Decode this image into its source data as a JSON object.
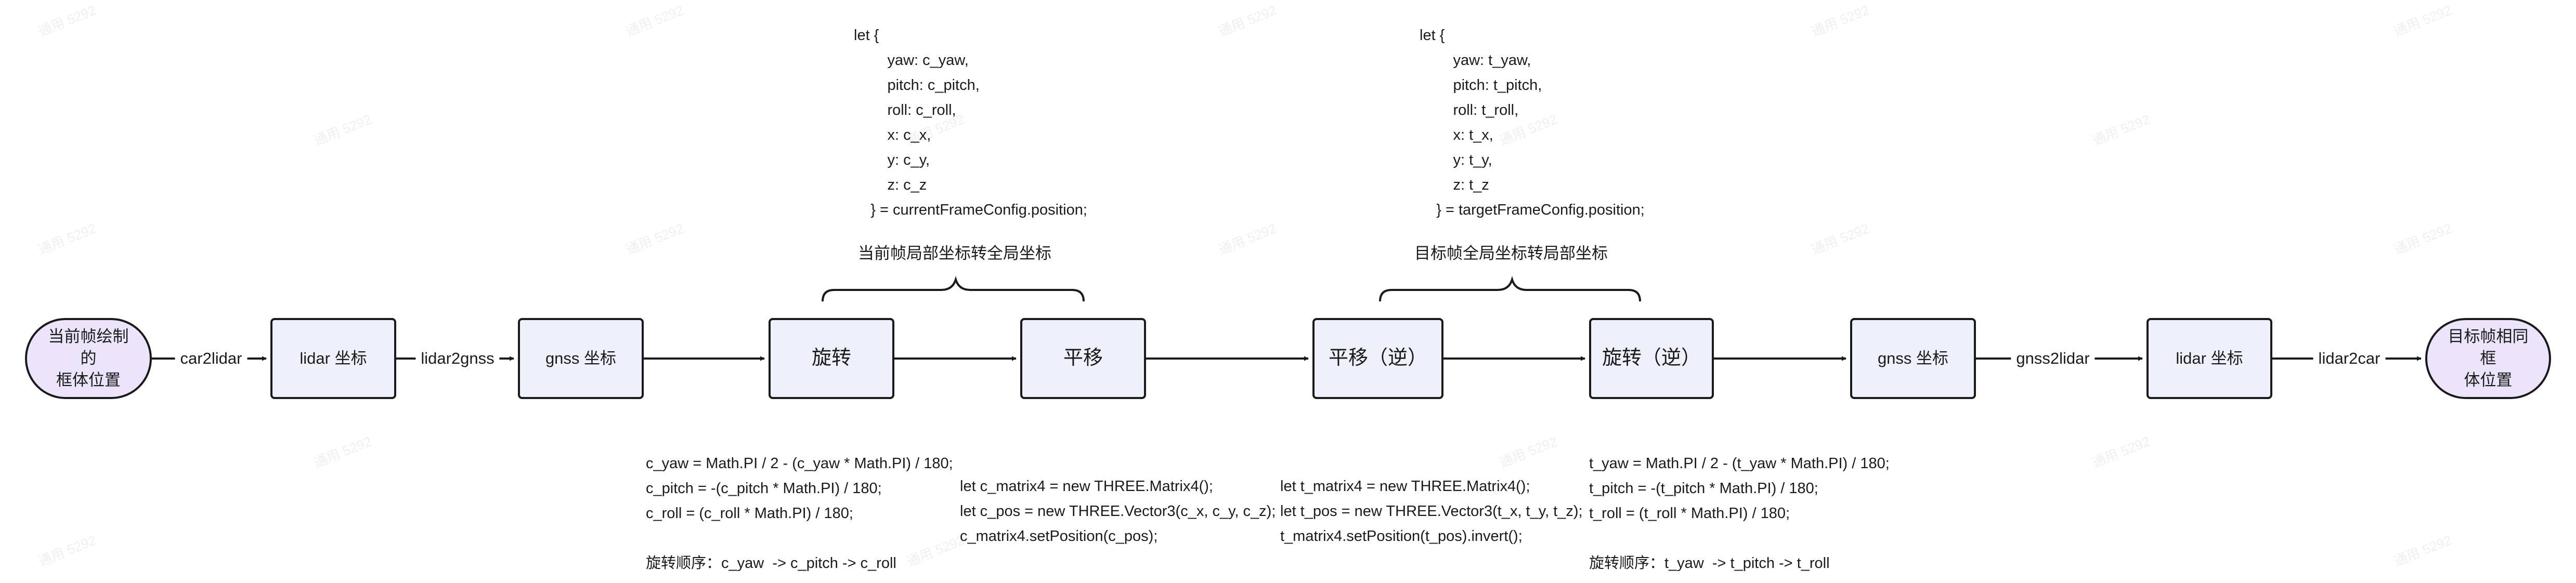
{
  "nodes": {
    "start": "当前帧绘制的\n框体位置",
    "lidar1": "lidar 坐标",
    "gnss1": "gnss 坐标",
    "rotate": "旋转",
    "translate": "平移",
    "translate_inv": "平移（逆）",
    "rotate_inv": "旋转（逆）",
    "gnss2": "gnss 坐标",
    "lidar2": "lidar 坐标",
    "end": "目标帧相同框\n体位置"
  },
  "edges": {
    "car2lidar": "car2lidar",
    "lidar2gnss": "lidar2gnss",
    "gnss2lidar": "gnss2lidar",
    "lidar2car": "lidar2car"
  },
  "groups": {
    "current": "当前帧局部坐标转全局坐标",
    "target": "目标帧全局坐标转局部坐标"
  },
  "code": {
    "current_position": "let {\n        yaw: c_yaw,\n        pitch: c_pitch,\n        roll: c_roll,\n        x: c_x,\n        y: c_y,\n        z: c_z\n    } = currentFrameConfig.position;",
    "target_position": "let {\n        yaw: t_yaw,\n        pitch: t_pitch,\n        roll: t_roll,\n        x: t_x,\n        y: t_y,\n        z: t_z\n    } = targetFrameConfig.position;",
    "current_rotation": "c_yaw = Math.PI / 2 - (c_yaw * Math.PI) / 180;\nc_pitch = -(c_pitch * Math.PI) / 180;\nc_roll = (c_roll * Math.PI) / 180;\n\n旋转顺序：c_yaw  -> c_pitch -> c_roll",
    "current_matrix": "let c_matrix4 = new THREE.Matrix4();\nlet c_pos = new THREE.Vector3(c_x, c_y, c_z);\nc_matrix4.setPosition(c_pos);",
    "target_matrix": "let t_matrix4 = new THREE.Matrix4();\nlet t_pos = new THREE.Vector3(t_x, t_y, t_z);\nt_matrix4.setPosition(t_pos).invert();",
    "target_rotation": "t_yaw = Math.PI / 2 - (t_yaw * Math.PI) / 180;\nt_pitch = -(t_pitch * Math.PI) / 180;\nt_roll = (t_roll * Math.PI) / 180;\n\n旋转顺序：t_yaw  -> t_pitch -> t_roll"
  },
  "watermark": "通用 5292"
}
